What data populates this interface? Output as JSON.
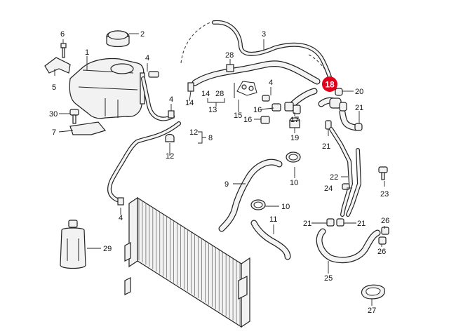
{
  "diagram": {
    "labels": {
      "p1": "1",
      "p2": "2",
      "p3": "3",
      "p4a": "4",
      "p4b": "4",
      "p4c": "4",
      "p4d": "4",
      "p5": "5",
      "p6": "6",
      "p7": "7",
      "p8": "8",
      "p9": "9",
      "p10a": "10",
      "p10b": "10",
      "p11": "11",
      "p12a": "12",
      "p12b": "12",
      "p13": "13",
      "p14a": "14",
      "p14b": "14",
      "p15": "15",
      "p16a": "16",
      "p16b": "16",
      "p17": "17",
      "p18": "18",
      "p19": "19",
      "p20": "20",
      "p21a": "21",
      "p21b": "21",
      "p21c": "21",
      "p21d": "21",
      "p22": "22",
      "p23": "23",
      "p24": "24",
      "p25": "25",
      "p26a": "26",
      "p26b": "26",
      "p27": "27",
      "p28a": "28",
      "p28b": "28",
      "p29": "29",
      "p30": "30"
    },
    "highlight": {
      "part": "18",
      "color": "#e3001b"
    }
  }
}
